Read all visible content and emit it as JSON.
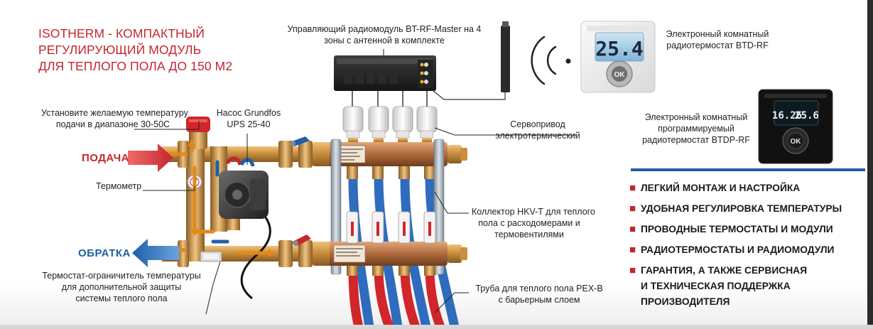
{
  "title": {
    "line1": "ISOTHERM - КОМПАКТНЫЙ",
    "line2": "РЕГУЛИРУЮЩИЙ МОДУЛЬ",
    "line3": "ДЛЯ ТЕПЛОГО ПОЛА ДО 150 М2"
  },
  "flows": {
    "supply": "ПОДАЧА",
    "return": "ОБРАТКА"
  },
  "labels": {
    "set_temp": [
      "Установите желаемую температуру",
      "подачи в диапазоне 30-50С"
    ],
    "pump": [
      "Насос Grundfos",
      "UPS 25-40"
    ],
    "thermometer": "Термометр",
    "limiter": [
      "Термостат-ограничитель температуры",
      "для дополнительной защиты",
      "системы теплого пола"
    ],
    "radio_module": [
      "Управляющий радиомодуль BT-RF-Master на 4",
      "зоны с антенной в комплекте"
    ],
    "servo": [
      "Сервопривод",
      "электротермический"
    ],
    "collector": [
      "Коллектор HKV-T для теплого",
      "пола с расходомерами и",
      "термовентилями"
    ],
    "pipe": [
      "Труба для теплого пола PEX-B",
      "с барьерным слоем"
    ],
    "thermostat_rf": [
      "Электронный комнатный",
      "радиотермостат BTD-RF"
    ],
    "thermostat_prog": [
      "Электронный комнатный",
      "программируемый",
      "радиотермостат BTDP-RF"
    ]
  },
  "display": {
    "rf_temp": "25.4",
    "prog_left": "16.26",
    "prog_right": "25.6",
    "ok_label": "OK"
  },
  "features": [
    [
      "ЛЕГКИЙ МОНТАЖ И НАСТРОЙКА"
    ],
    [
      "УДОБНАЯ РЕГУЛИРОВКА ТЕМПЕРАТУРЫ"
    ],
    [
      "ПРОВОДНЫЕ ТЕРМОСТАТЫ И МОДУЛИ"
    ],
    [
      "РАДИОТЕРМОСТАТЫ И РАДИОМОДУЛИ"
    ],
    [
      "ГАРАНТИЯ, А ТАКЖЕ СЕРВИСНАЯ",
      "И ТЕХНИЧЕСКАЯ ПОДДЕРЖКА",
      "ПРОИЗВОДИТЕЛЯ"
    ]
  ],
  "colors": {
    "accent_red": "#c3262f",
    "accent_blue": "#1f5fa6",
    "brass": "#c9913f",
    "pipe_red": "#d1262a",
    "pipe_blue": "#3a78c8"
  },
  "icons": {
    "bullet": "■"
  }
}
